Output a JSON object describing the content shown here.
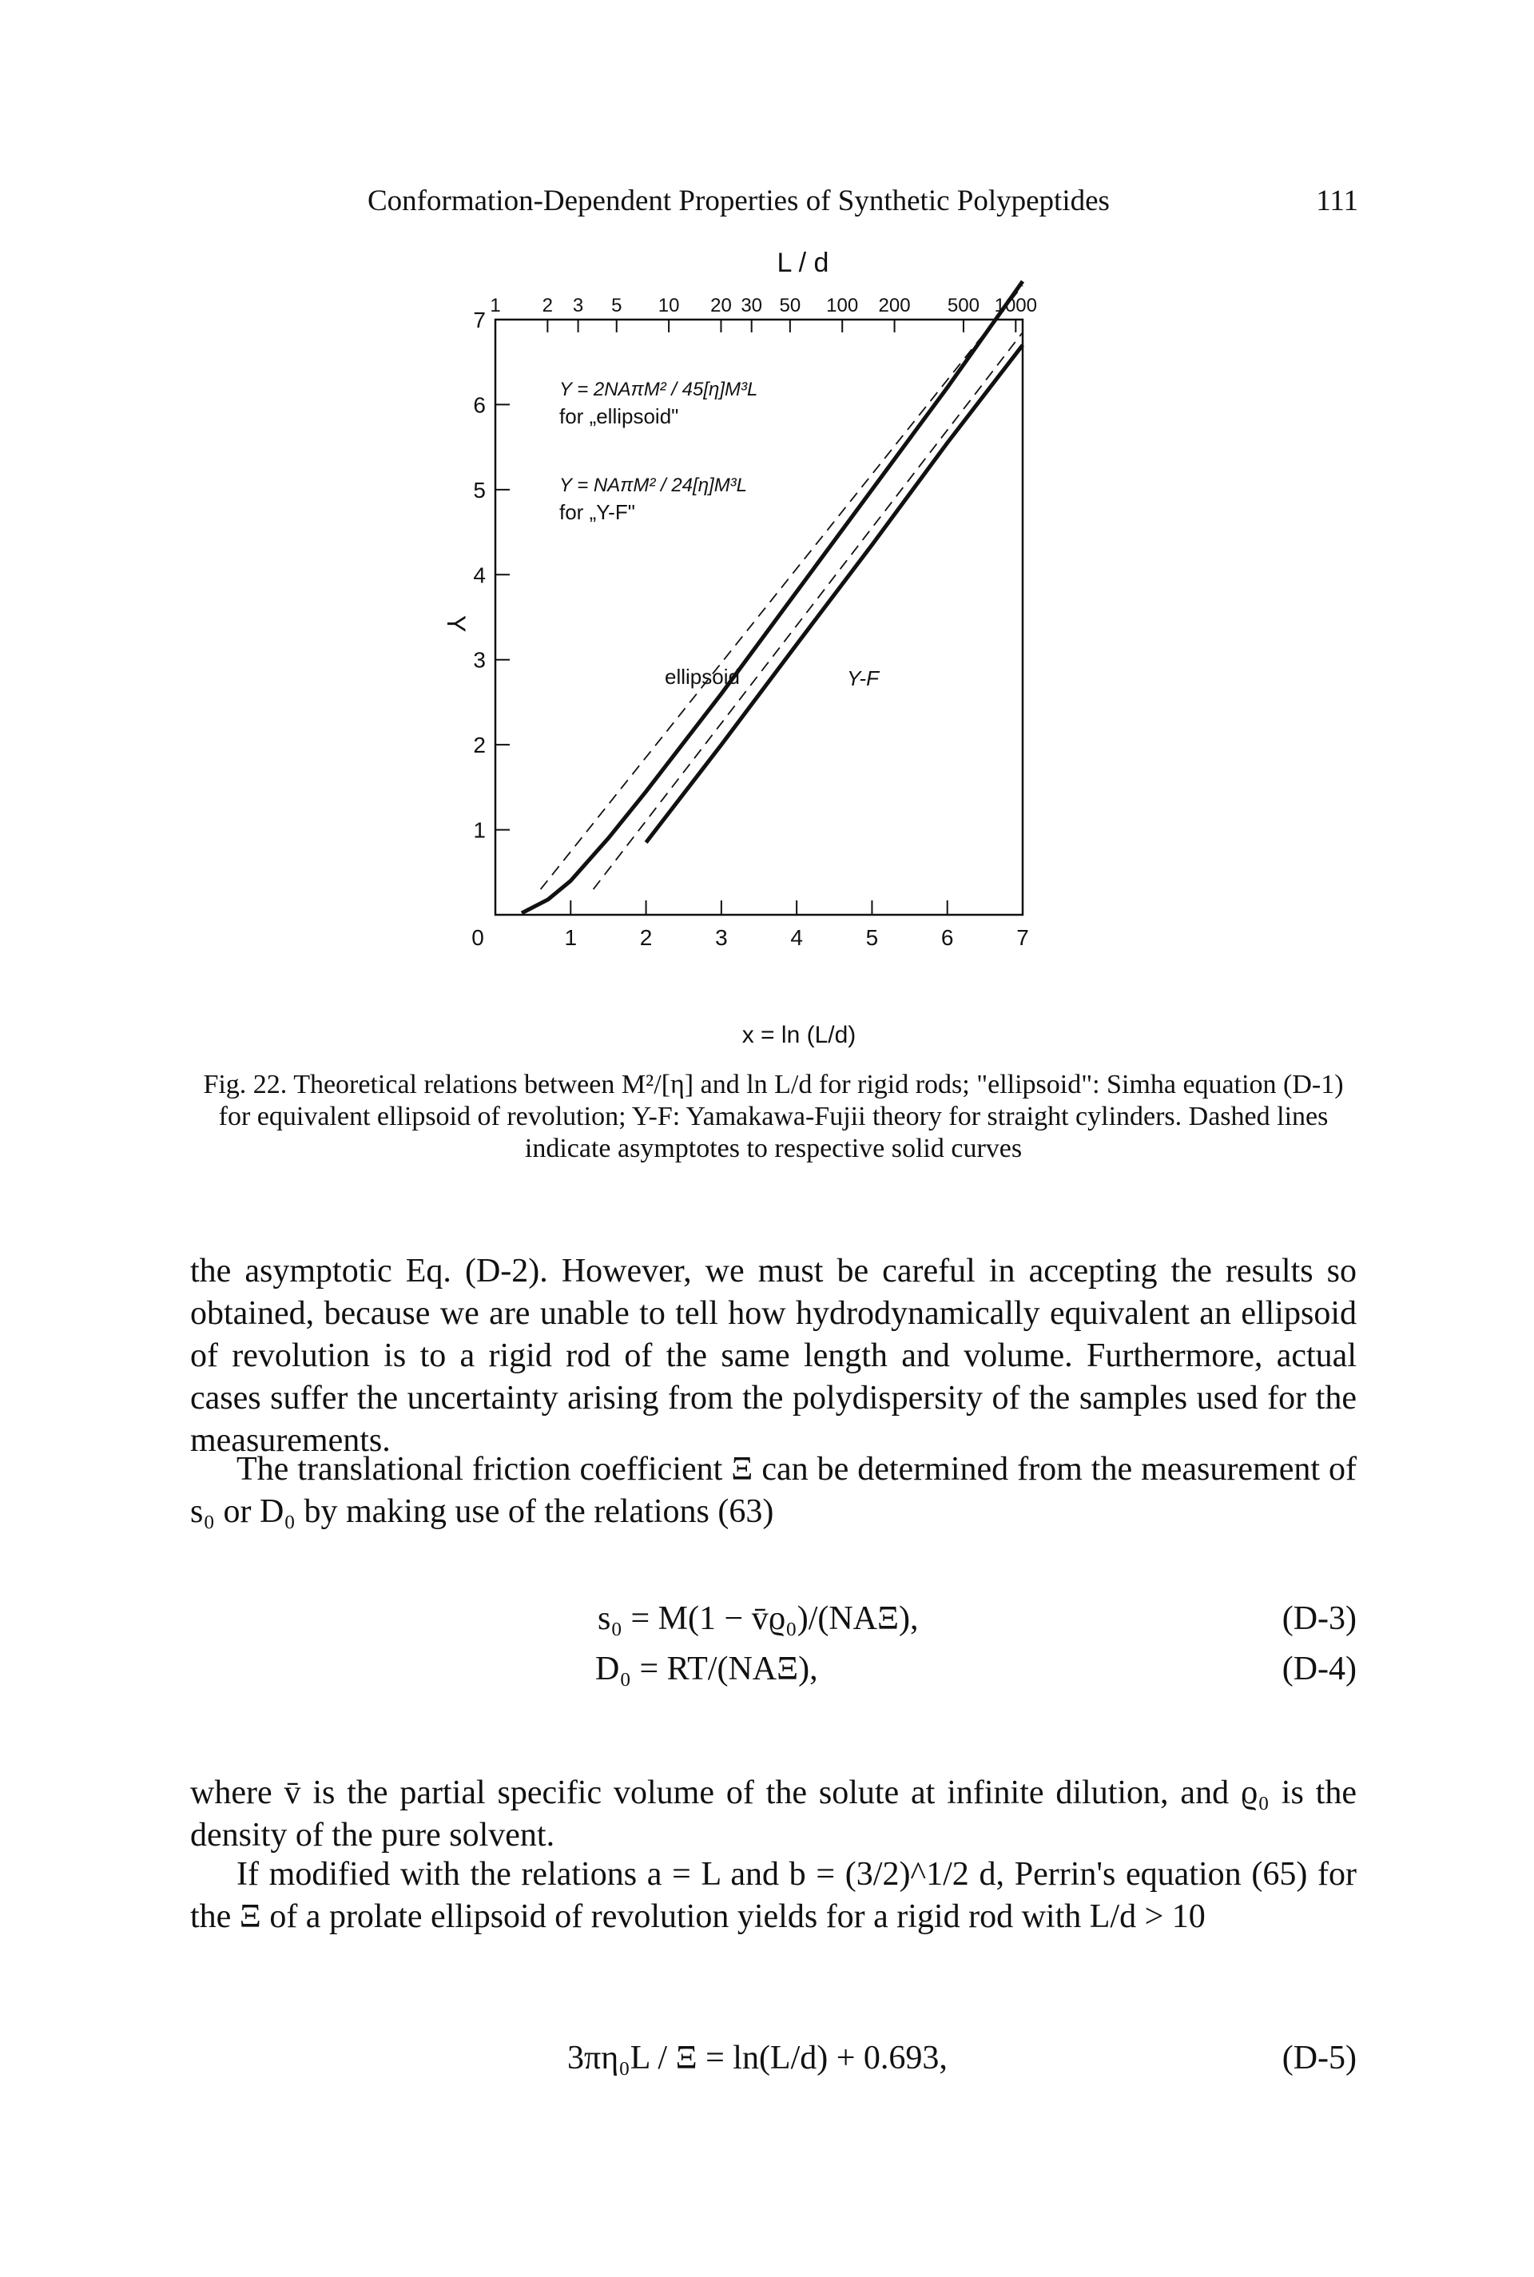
{
  "header": {
    "running_title": "Conformation-Dependent Properties of Synthetic Polypeptides",
    "page_number": "111"
  },
  "figure": {
    "top_axis_label": "L / d",
    "top_ticks": [
      "1",
      "2",
      "3",
      "5",
      "10",
      "20",
      "30",
      "50",
      "100",
      "200",
      "500",
      "1000"
    ],
    "y_axis_label": "Y",
    "x_axis_label": "x = ln (L/d)",
    "ellipsoid_formula": "Y = 2NAπM² / 45[η]M³L",
    "ellipsoid_formula_note": "for „ellipsoid\"",
    "yf_formula": "Y = NAπM² / 24[η]M³L",
    "yf_formula_note": "for „Y-F\"",
    "ellipsoid_label": "ellipsoid",
    "yf_label": "Y-F",
    "colors": {
      "curve": "#111111",
      "axes": "#111111"
    }
  },
  "chart_data": {
    "type": "line",
    "xlabel": "x = ln (L/d)",
    "ylabel": "Y",
    "xlim": [
      0,
      7
    ],
    "ylim": [
      0,
      7
    ],
    "x_ticks": [
      0,
      1,
      2,
      3,
      4,
      5,
      6,
      7
    ],
    "y_ticks": [
      0,
      1,
      2,
      3,
      4,
      5,
      6,
      7
    ],
    "top_axis": {
      "label": "L / d",
      "ticks": [
        "1",
        "2",
        "3",
        "5",
        "10",
        "20",
        "30",
        "50",
        "100",
        "200",
        "500",
        "1000"
      ]
    },
    "series": [
      {
        "name": "ellipsoid",
        "style": "solid",
        "x": [
          0.35,
          0.7,
          1.0,
          1.5,
          2.0,
          3.0,
          4.0,
          5.0,
          6.0,
          7.0
        ],
        "y": [
          0.02,
          0.18,
          0.4,
          0.9,
          1.45,
          2.6,
          3.8,
          5.0,
          6.2,
          7.45
        ]
      },
      {
        "name": "Y-F",
        "style": "solid",
        "x": [
          2.0,
          3.0,
          4.0,
          5.0,
          6.0,
          7.0
        ],
        "y": [
          0.85,
          2.0,
          3.18,
          4.35,
          5.55,
          6.7
        ]
      },
      {
        "name": "ellipsoid asymptote",
        "style": "dashed",
        "x": [
          0.6,
          7.0
        ],
        "y": [
          0.3,
          7.4
        ]
      },
      {
        "name": "Y-F asymptote",
        "style": "dashed",
        "x": [
          1.3,
          7.0
        ],
        "y": [
          0.3,
          6.85
        ]
      }
    ]
  },
  "caption": {
    "label": "Fig. 22.",
    "text": "Theoretical relations between M²/[η] and ln L/d for rigid rods; \"ellipsoid\": Simha equation (D-1) for equivalent ellipsoid of revolution; Y-F: Yamakawa-Fujii theory for straight cylinders. Dashed lines indicate asymptotes to respective solid curves"
  },
  "body": {
    "para1": "the asymptotic Eq. (D-2). However, we must be careful in accepting the results so obtained, because we are unable to tell how hydrodynamically equivalent an ellipsoid of revolution is to a rigid rod of the same length and volume. Furthermore, actual cases suffer the uncertainty arising from the polydispersity of the samples used for the measurements.",
    "para2": "The translational friction coefficient Ξ can be determined from the measurement of s₀ or D₀ by making use of the relations (63)",
    "eq_d3": "s₀ = M(1 − v̄ϱ₀)/(NAΞ),",
    "eq_d3_num": "(D-3)",
    "eq_d4": "D₀ = RT/(NAΞ),",
    "eq_d4_num": "(D-4)",
    "para3": "where v̄ is the partial specific volume of the solute at infinite dilution, and ϱ₀ is the density of the pure solvent.",
    "para4": "If modified with the relations a = L and b = (3/2)^1/2 d, Perrin's equation (65) for the Ξ of a prolate ellipsoid of revolution yields for a rigid rod with L/d > 10",
    "eq_d5": "3πη₀L / Ξ = ln(L/d) + 0.693,",
    "eq_d5_num": "(D-5)"
  }
}
